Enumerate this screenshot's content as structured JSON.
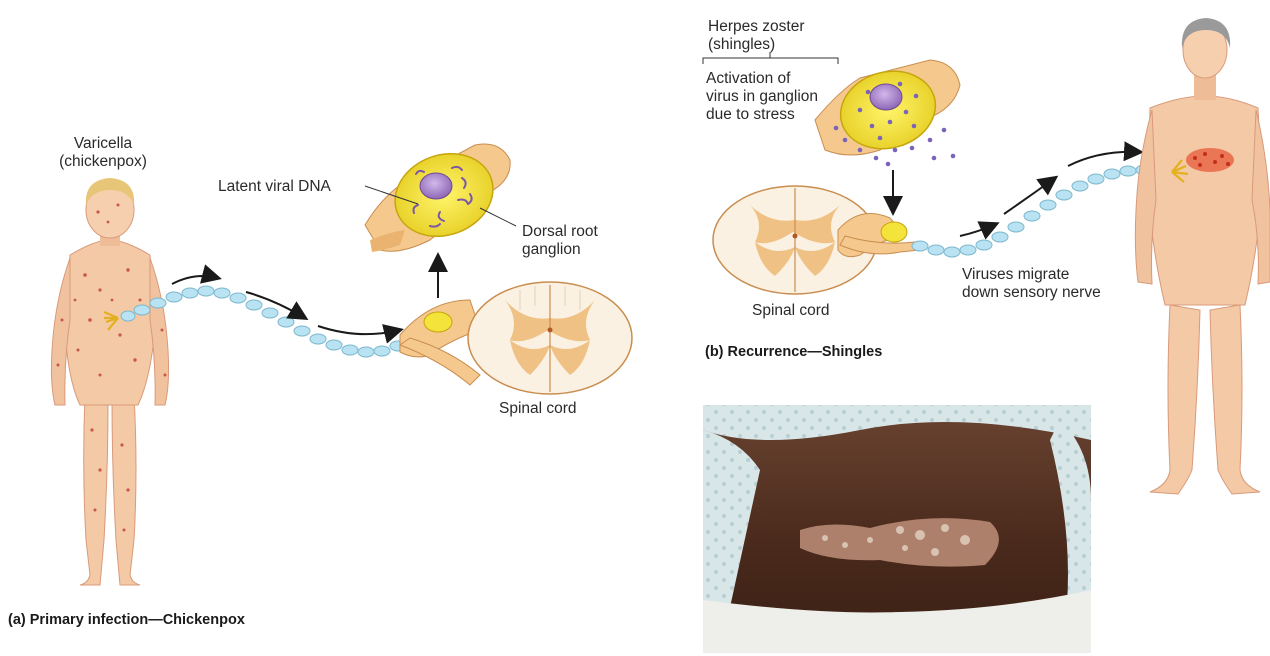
{
  "left_panel": {
    "varicella_label": "Varicella\n(chickenpox)",
    "latent_dna_label": "Latent viral DNA",
    "dorsal_root_label": "Dorsal root\nganglion",
    "spinal_cord_label": "Spinal cord",
    "caption": "(a) Primary infection—Chickenpox"
  },
  "right_panel": {
    "herpes_zoster_label": "Herpes zoster\n(shingles)",
    "activation_label": "Activation of\nvirus in ganglion\ndue to stress",
    "spinal_cord_label": "Spinal cord",
    "migrate_label": "Viruses migrate\ndown sensory nerve",
    "caption": "(b) Recurrence—Shingles"
  },
  "colors": {
    "skin": "#f3c9a6",
    "skin_shadow": "#e0a884",
    "nerve_bead": "#b9e2f2",
    "nerve_outline": "#7fb9cf",
    "ganglion_yellow": "#f3e33a",
    "nucleus_purple": "#a986c9",
    "cord_white": "#fbf1e2",
    "cord_gray": "#f0c184",
    "rash_red": "#e85a3a",
    "photo_skin": "#4a2a1c"
  }
}
